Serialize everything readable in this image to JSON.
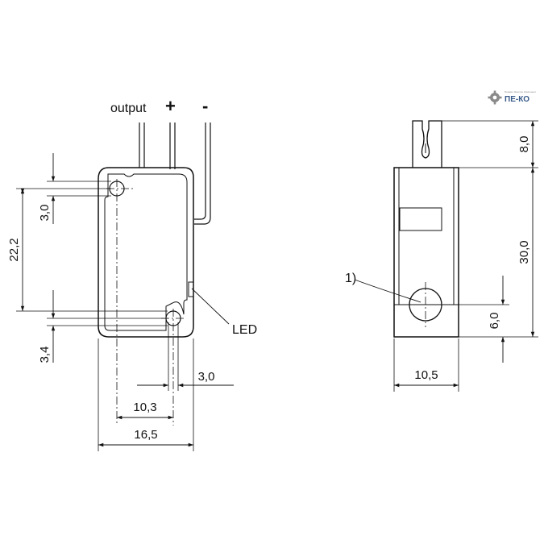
{
  "labels": {
    "output": "output",
    "plus": "+",
    "minus": "-",
    "led": "LED",
    "note": "1)"
  },
  "dimensions": {
    "left_hole_offset": "3,0",
    "hole_spacing": "22,2",
    "bottom_hole_offset": "3,4",
    "right_edge_offset": "3,0",
    "hole_to_edge": "10,3",
    "total_width": "16,5",
    "connector_height": "8,0",
    "body_height": "30,0",
    "hole_height": "6,0",
    "side_width": "10,5"
  },
  "logo": {
    "text": "ПЕ-КО",
    "subtitle": "Пневмо Электро Компонент"
  }
}
